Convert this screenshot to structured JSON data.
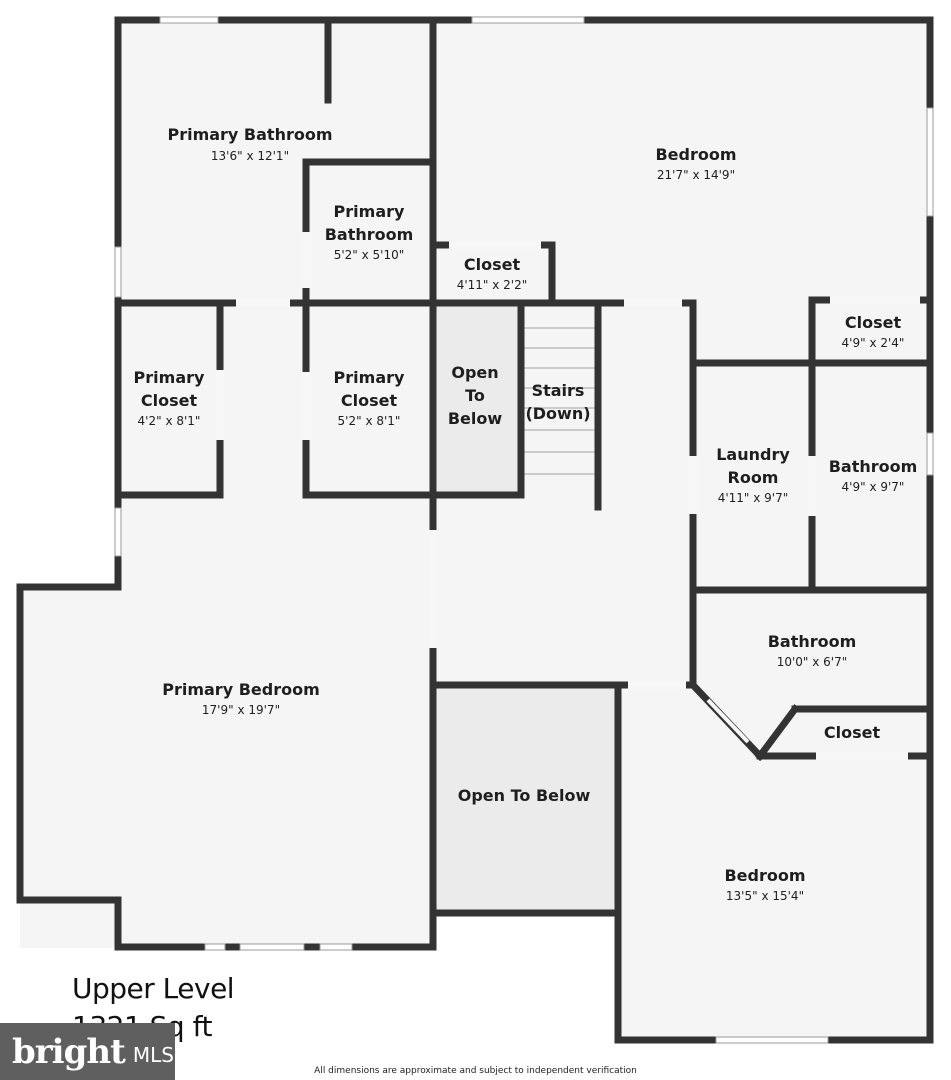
{
  "colors": {
    "wall": "#333333",
    "floor": "#f5f5f5",
    "open_to_below": "#ebebeb",
    "window": "#ffffff",
    "logo_bg": "#5f5f5f"
  },
  "rooms": {
    "primary_bathroom": {
      "name": "Primary Bathroom",
      "dim": "13'6\" x 12'1\""
    },
    "bedroom_top": {
      "name": "Bedroom",
      "dim": "21'7\" x 14'9\""
    },
    "primary_bathroom_small": {
      "name_1": "Primary",
      "name_2": "Bathroom",
      "dim": "5'2\" x 5'10\""
    },
    "closet_center": {
      "name": "Closet",
      "dim": "4'11\" x 2'2\""
    },
    "closet_right": {
      "name": "Closet",
      "dim": "4'9\" x 2'4\""
    },
    "primary_closet_left": {
      "name_1": "Primary",
      "name_2": "Closet",
      "dim": "4'2\" x 8'1\""
    },
    "primary_closet_mid": {
      "name_1": "Primary",
      "name_2": "Closet",
      "dim": "5'2\" x 8'1\""
    },
    "open_to_below_small": {
      "name_1": "Open",
      "name_2": "To",
      "name_3": "Below"
    },
    "stairs": {
      "name_1": "Stairs",
      "name_2": "(Down)"
    },
    "laundry": {
      "name_1": "Laundry",
      "name_2": "Room",
      "dim": "4'11\" x 9'7\""
    },
    "bathroom_right": {
      "name": "Bathroom",
      "dim": "4'9\" x 9'7\""
    },
    "bathroom_lower": {
      "name": "Bathroom",
      "dim": "10'0\" x 6'7\""
    },
    "closet_angled": {
      "name": "Closet"
    },
    "primary_bedroom": {
      "name": "Primary Bedroom",
      "dim": "17'9\" x 19'7\""
    },
    "open_to_below_large": {
      "name": "Open To Below"
    },
    "bedroom_bottom": {
      "name": "Bedroom",
      "dim": "13'5\" x 15'4\""
    }
  },
  "level": {
    "title": "Upper Level",
    "area": "1321 Sq ft"
  },
  "logo": {
    "word": "bright",
    "suffix": "MLS"
  },
  "disclaimer": "All dimensions are approximate and subject to independent verification"
}
